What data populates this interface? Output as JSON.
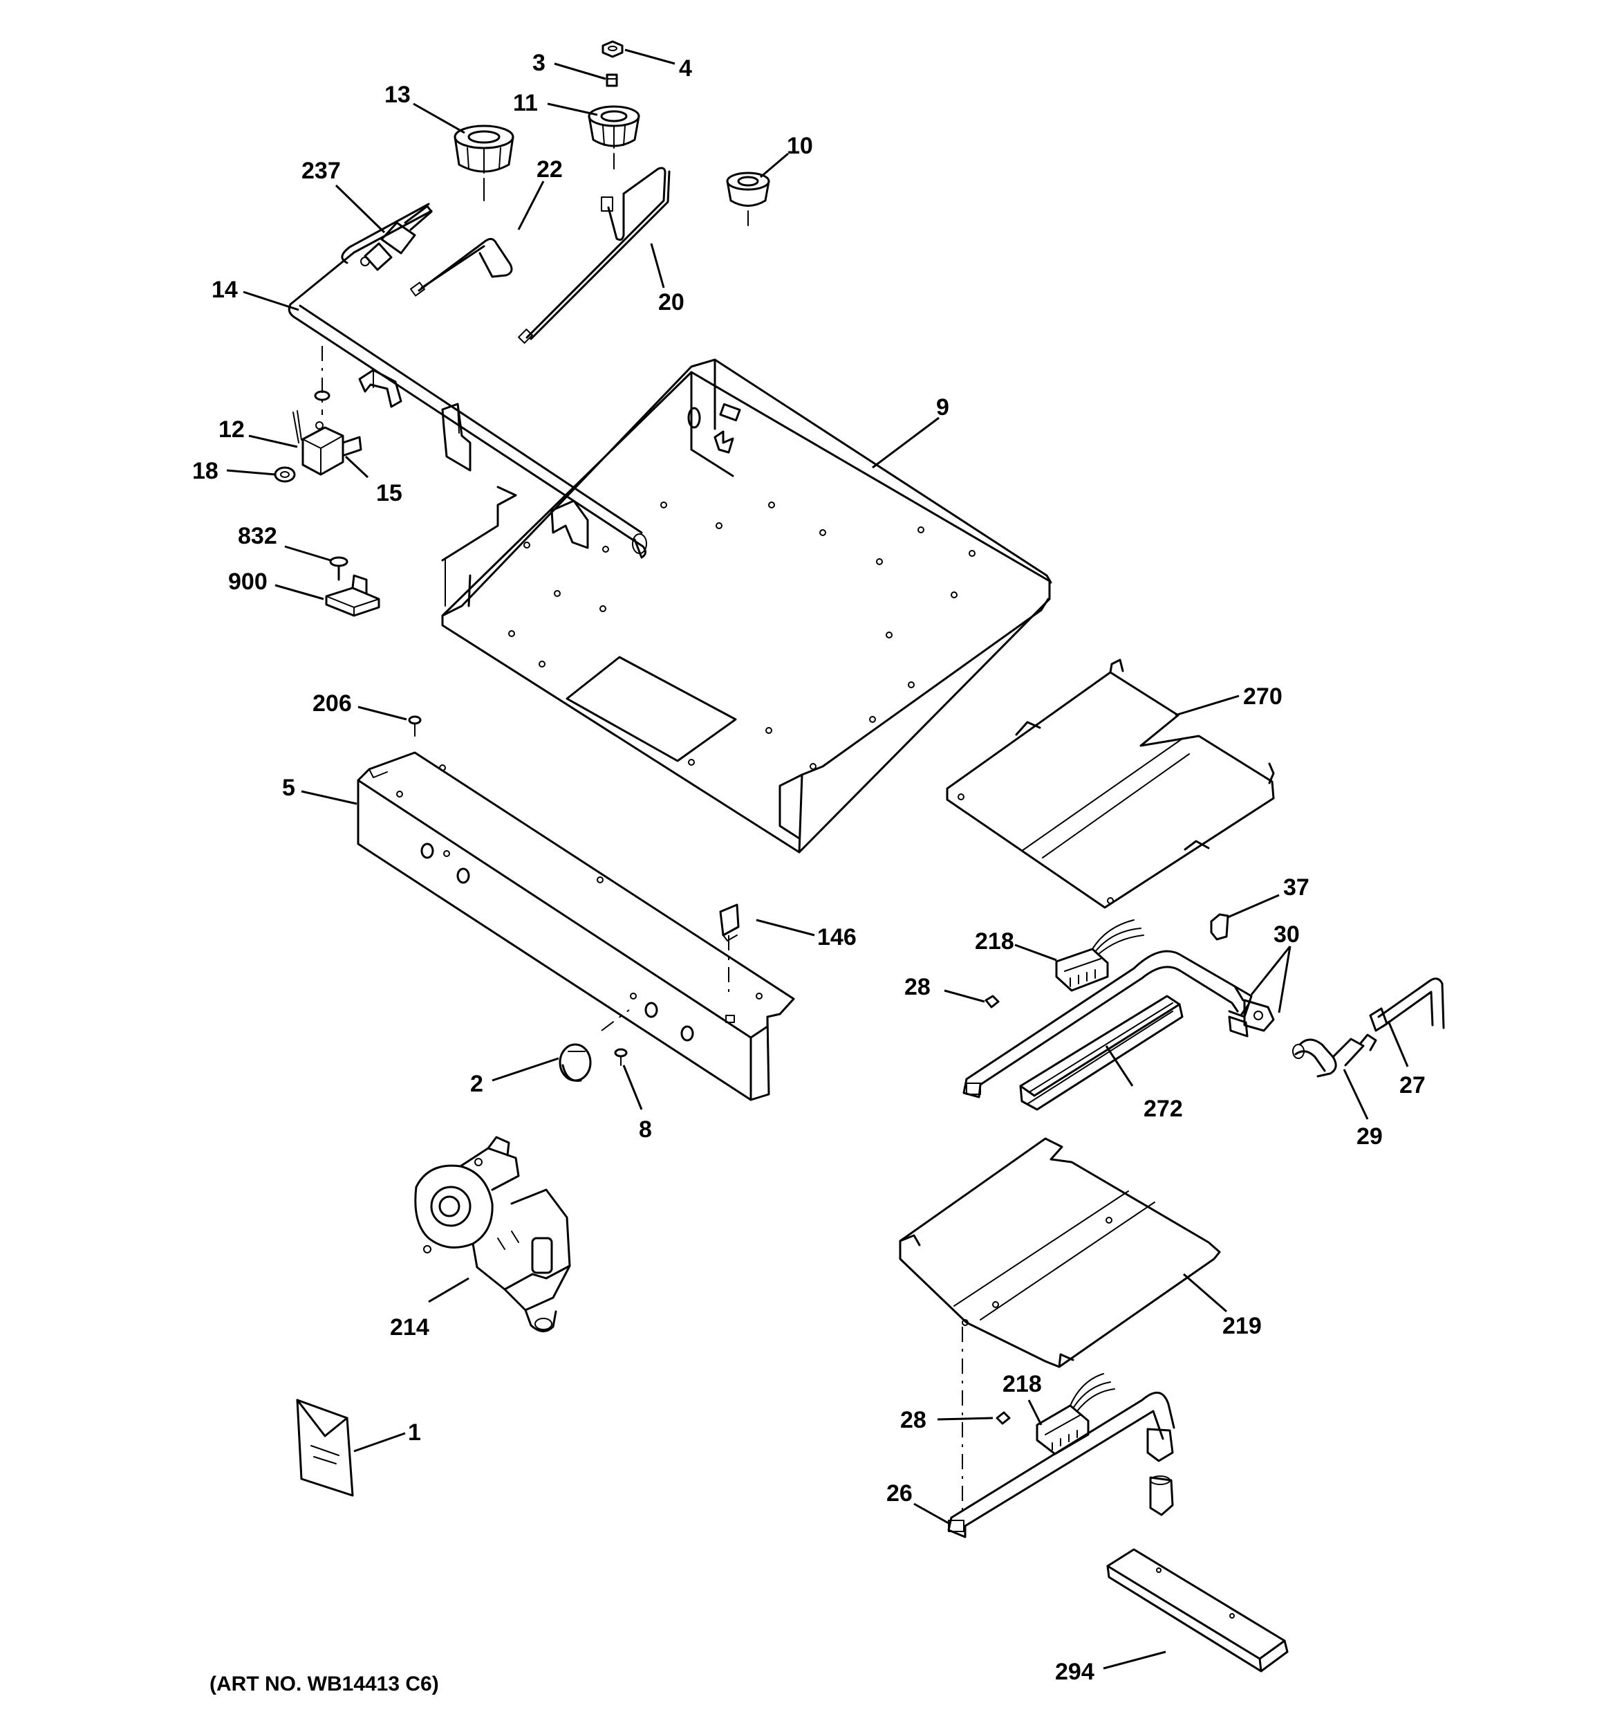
{
  "callouts": [
    {
      "id": "c-3",
      "label": "3"
    },
    {
      "id": "c-4",
      "label": "4"
    },
    {
      "id": "c-13",
      "label": "13"
    },
    {
      "id": "c-11",
      "label": "11"
    },
    {
      "id": "c-10",
      "label": "10"
    },
    {
      "id": "c-237",
      "label": "237"
    },
    {
      "id": "c-22",
      "label": "22"
    },
    {
      "id": "c-14",
      "label": "14"
    },
    {
      "id": "c-20",
      "label": "20"
    },
    {
      "id": "c-9",
      "label": "9"
    },
    {
      "id": "c-12",
      "label": "12"
    },
    {
      "id": "c-18",
      "label": "18"
    },
    {
      "id": "c-15",
      "label": "15"
    },
    {
      "id": "c-832",
      "label": "832"
    },
    {
      "id": "c-900",
      "label": "900"
    },
    {
      "id": "c-206",
      "label": "206"
    },
    {
      "id": "c-270",
      "label": "270"
    },
    {
      "id": "c-5",
      "label": "5"
    },
    {
      "id": "c-37",
      "label": "37"
    },
    {
      "id": "c-146",
      "label": "146"
    },
    {
      "id": "c-218a",
      "label": "218"
    },
    {
      "id": "c-30",
      "label": "30"
    },
    {
      "id": "c-28a",
      "label": "28"
    },
    {
      "id": "c-2",
      "label": "2"
    },
    {
      "id": "c-27",
      "label": "27"
    },
    {
      "id": "c-272",
      "label": "272"
    },
    {
      "id": "c-8",
      "label": "8"
    },
    {
      "id": "c-29",
      "label": "29"
    },
    {
      "id": "c-219",
      "label": "219"
    },
    {
      "id": "c-214",
      "label": "214"
    },
    {
      "id": "c-218b",
      "label": "218"
    },
    {
      "id": "c-28b",
      "label": "28"
    },
    {
      "id": "c-1",
      "label": "1"
    },
    {
      "id": "c-26",
      "label": "26"
    },
    {
      "id": "c-294",
      "label": "294"
    }
  ],
  "art_number": "(ART NO. WB14413 C6)"
}
